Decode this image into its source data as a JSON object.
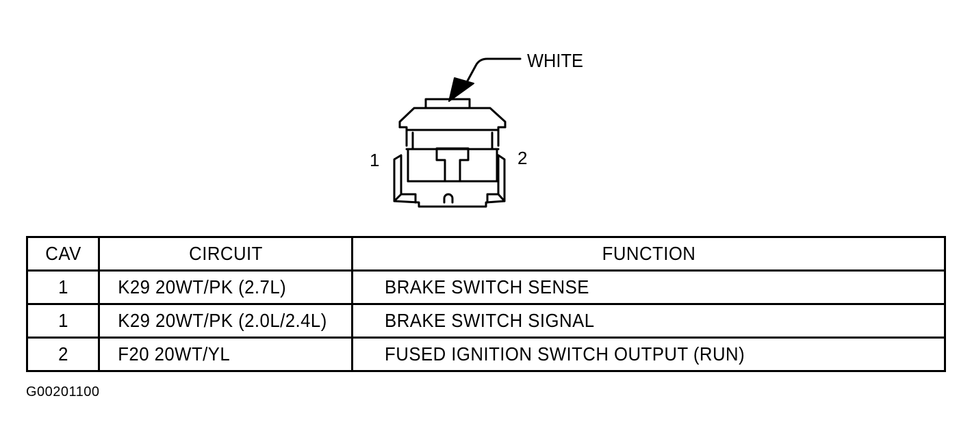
{
  "diagram": {
    "color_callout": "WHITE",
    "pin_labels": [
      "1",
      "2"
    ]
  },
  "table": {
    "headers": {
      "cav": "CAV",
      "circuit": "CIRCUIT",
      "function": "FUNCTION"
    },
    "rows": [
      {
        "cav": "1",
        "circuit": "K29 20WT/PK (2.7L)",
        "function": "BRAKE SWITCH SENSE"
      },
      {
        "cav": "1",
        "circuit": "K29 20WT/PK (2.0L/2.4L)",
        "function": "BRAKE SWITCH SIGNAL"
      },
      {
        "cav": "2",
        "circuit": "F20 20WT/YL",
        "function": "FUSED IGNITION SWITCH OUTPUT (RUN)"
      }
    ]
  },
  "figure_id": "G00201100"
}
